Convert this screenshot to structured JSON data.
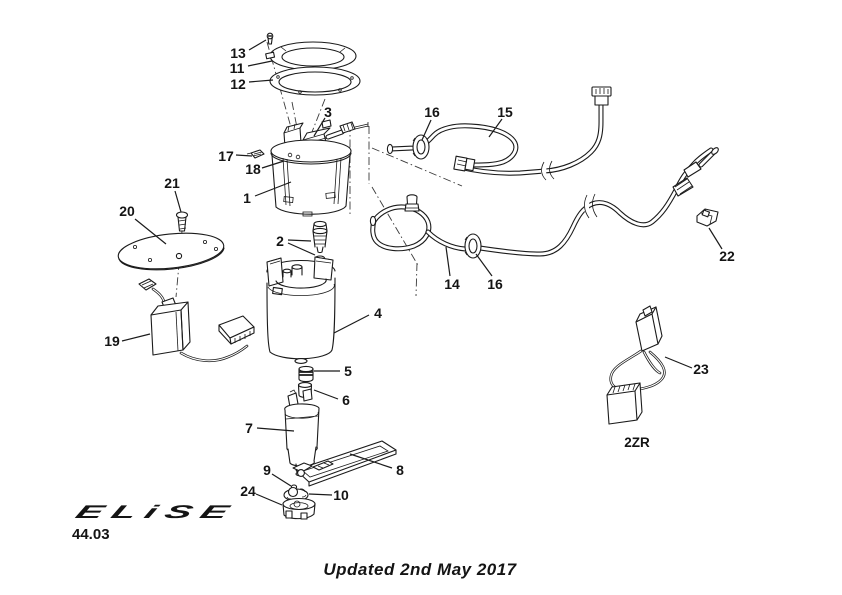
{
  "meta": {
    "ink_color": "#1b1b1b",
    "background_color": "#ffffff"
  },
  "diagram": {
    "description_labels": {
      "engine_label": "2ZR"
    },
    "callouts": [
      {
        "label": "13"
      },
      {
        "label": "11"
      },
      {
        "label": "12"
      },
      {
        "label": "3"
      },
      {
        "label": "17"
      },
      {
        "label": "18"
      },
      {
        "label": "1"
      },
      {
        "label": "16"
      },
      {
        "label": "15"
      },
      {
        "label": "14"
      },
      {
        "label": "16"
      },
      {
        "label": "22"
      },
      {
        "label": "21"
      },
      {
        "label": "20"
      },
      {
        "label": "19"
      },
      {
        "label": "2"
      },
      {
        "label": "4"
      },
      {
        "label": "5"
      },
      {
        "label": "6"
      },
      {
        "label": "7"
      },
      {
        "label": "8"
      },
      {
        "label": "9"
      },
      {
        "label": "10"
      },
      {
        "label": "24"
      },
      {
        "label": "23"
      }
    ]
  },
  "footer": {
    "brand": "ELiSE",
    "section": "44.03",
    "updated": "Updated 2nd May 2017"
  }
}
